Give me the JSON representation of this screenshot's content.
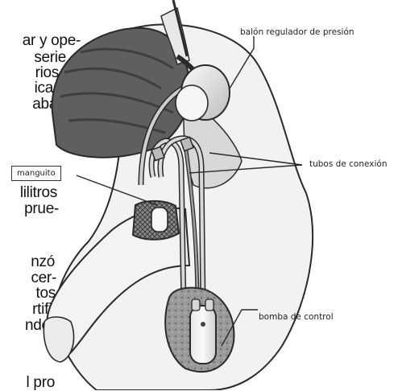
{
  "background_text_fragments": [
    "ar y ope-",
    "serie",
    "rios",
    "ica-",
    "aba",
    "lilitros",
    "prue-",
    "nzó",
    "cer-",
    "tos",
    "rtifi-",
    "ndes",
    "l pro"
  ],
  "labels": {
    "pressure_balloon": "balón regulador de presión",
    "connection_tubes": "tubos de conexión",
    "cuff": "manguito",
    "control_pump": "bomba de control"
  },
  "colors": {
    "line": "#2a2a2a",
    "bladder": "#5f5f5f",
    "skin": "#f1f1f1",
    "tube": "#d9d9d9",
    "balloon": "#e8e8e8"
  }
}
